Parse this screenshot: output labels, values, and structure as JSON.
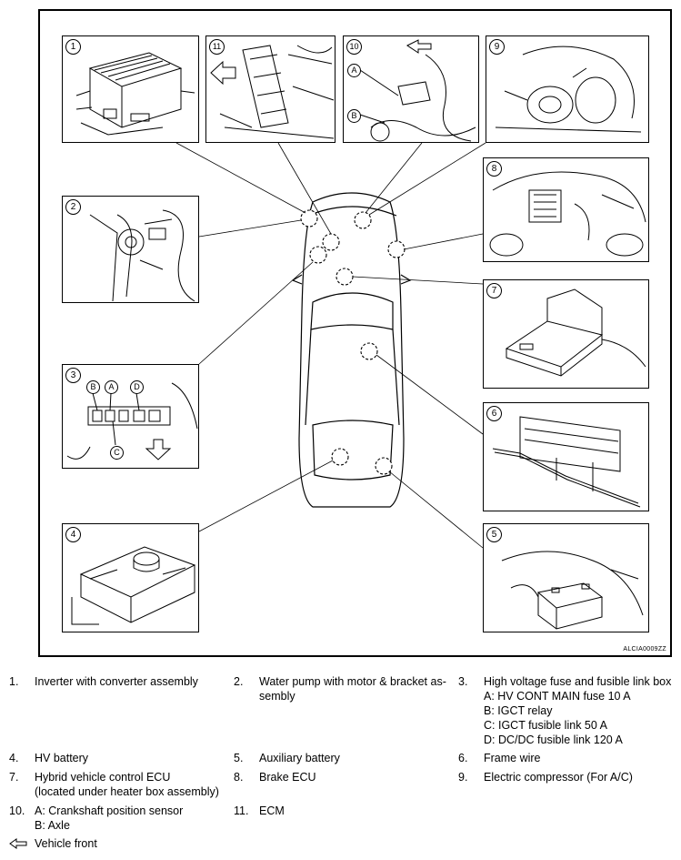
{
  "figure": {
    "code": "ALCIA0009ZZ",
    "panels": [
      {
        "id": "1",
        "labels": []
      },
      {
        "id": "11",
        "labels": []
      },
      {
        "id": "10",
        "labels": [
          "A",
          "B"
        ]
      },
      {
        "id": "9",
        "labels": []
      },
      {
        "id": "2",
        "labels": []
      },
      {
        "id": "8",
        "labels": []
      },
      {
        "id": "7",
        "labels": []
      },
      {
        "id": "3",
        "labels": [
          "B",
          "A",
          "D",
          "C"
        ]
      },
      {
        "id": "6",
        "labels": []
      },
      {
        "id": "4",
        "labels": []
      },
      {
        "id": "5",
        "labels": []
      }
    ]
  },
  "legend": [
    {
      "num": "1.",
      "text": "Inverter with converter assembly"
    },
    {
      "num": "2.",
      "text": "Water pump with motor & bracket as-sembly"
    },
    {
      "num": "3.",
      "text": "High voltage fuse and fusible link box",
      "sub": [
        "A: HV CONT MAIN fuse 10 A",
        "B: IGCT relay",
        "C: IGCT fusible link 50 A",
        "D: DC/DC fusible link 120 A"
      ]
    },
    {
      "num": "4.",
      "text": "HV battery"
    },
    {
      "num": "5.",
      "text": "Auxiliary battery"
    },
    {
      "num": "6.",
      "text": "Frame wire"
    },
    {
      "num": "7.",
      "text": "Hybrid vehicle control ECU",
      "sub": [
        "(located under heater box assembly)"
      ]
    },
    {
      "num": "8.",
      "text": "Brake ECU"
    },
    {
      "num": "9.",
      "text": "Electric compressor (For A/C)"
    },
    {
      "num": "10.",
      "text": "A: Crankshaft position sensor",
      "sub": [
        "B: Axle"
      ]
    },
    {
      "num": "11.",
      "text": "ECM"
    },
    {
      "num": "",
      "text": "Vehicle front",
      "icon": "arrow-left-outline-icon"
    }
  ]
}
